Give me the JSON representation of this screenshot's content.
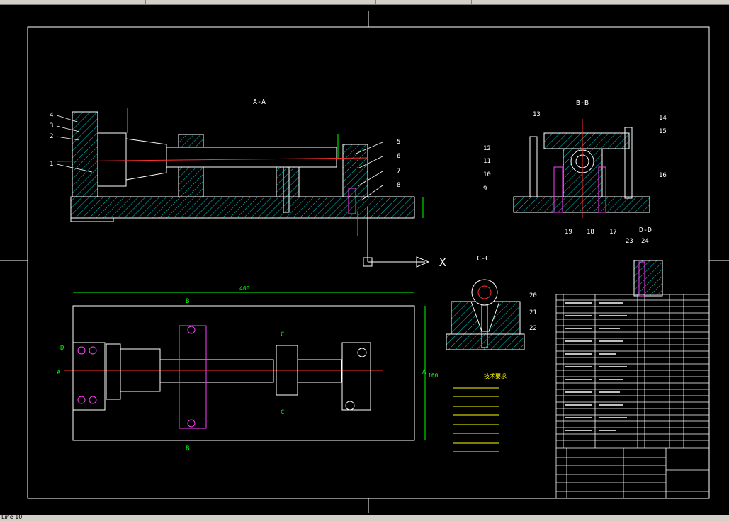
{
  "colors": {
    "background": "#000000",
    "outline": "#ffffff",
    "hatch": "#00c8c8",
    "dimension": "#00ff00",
    "centerline": "#ff3030",
    "fastener": "#ff40ff",
    "yellow": "#ffff00",
    "text": "#ffffff"
  },
  "views": {
    "aa": "A-A",
    "bb": "B-B",
    "cc": "C-C",
    "dd": "D-D"
  },
  "balloons_aa": [
    "4",
    "3",
    "2",
    "1",
    "5",
    "6",
    "7",
    "8"
  ],
  "balloons_bb": [
    "13",
    "14",
    "15",
    "12",
    "11",
    "10",
    "9",
    "16",
    "19",
    "18",
    "17"
  ],
  "balloons_cc": [
    "20",
    "21",
    "22"
  ],
  "balloons_dd": [
    "23",
    "24"
  ],
  "dims": {
    "width": "400",
    "height": "160"
  },
  "section_marks": {
    "a": "A",
    "b": "B",
    "c": "C",
    "d": "D"
  },
  "ucs": {
    "x": "X"
  },
  "notes_title": "技术要求",
  "status_text": "Line 10",
  "icons": [
    "ucs-icon",
    "ucs-arrow-icon"
  ]
}
